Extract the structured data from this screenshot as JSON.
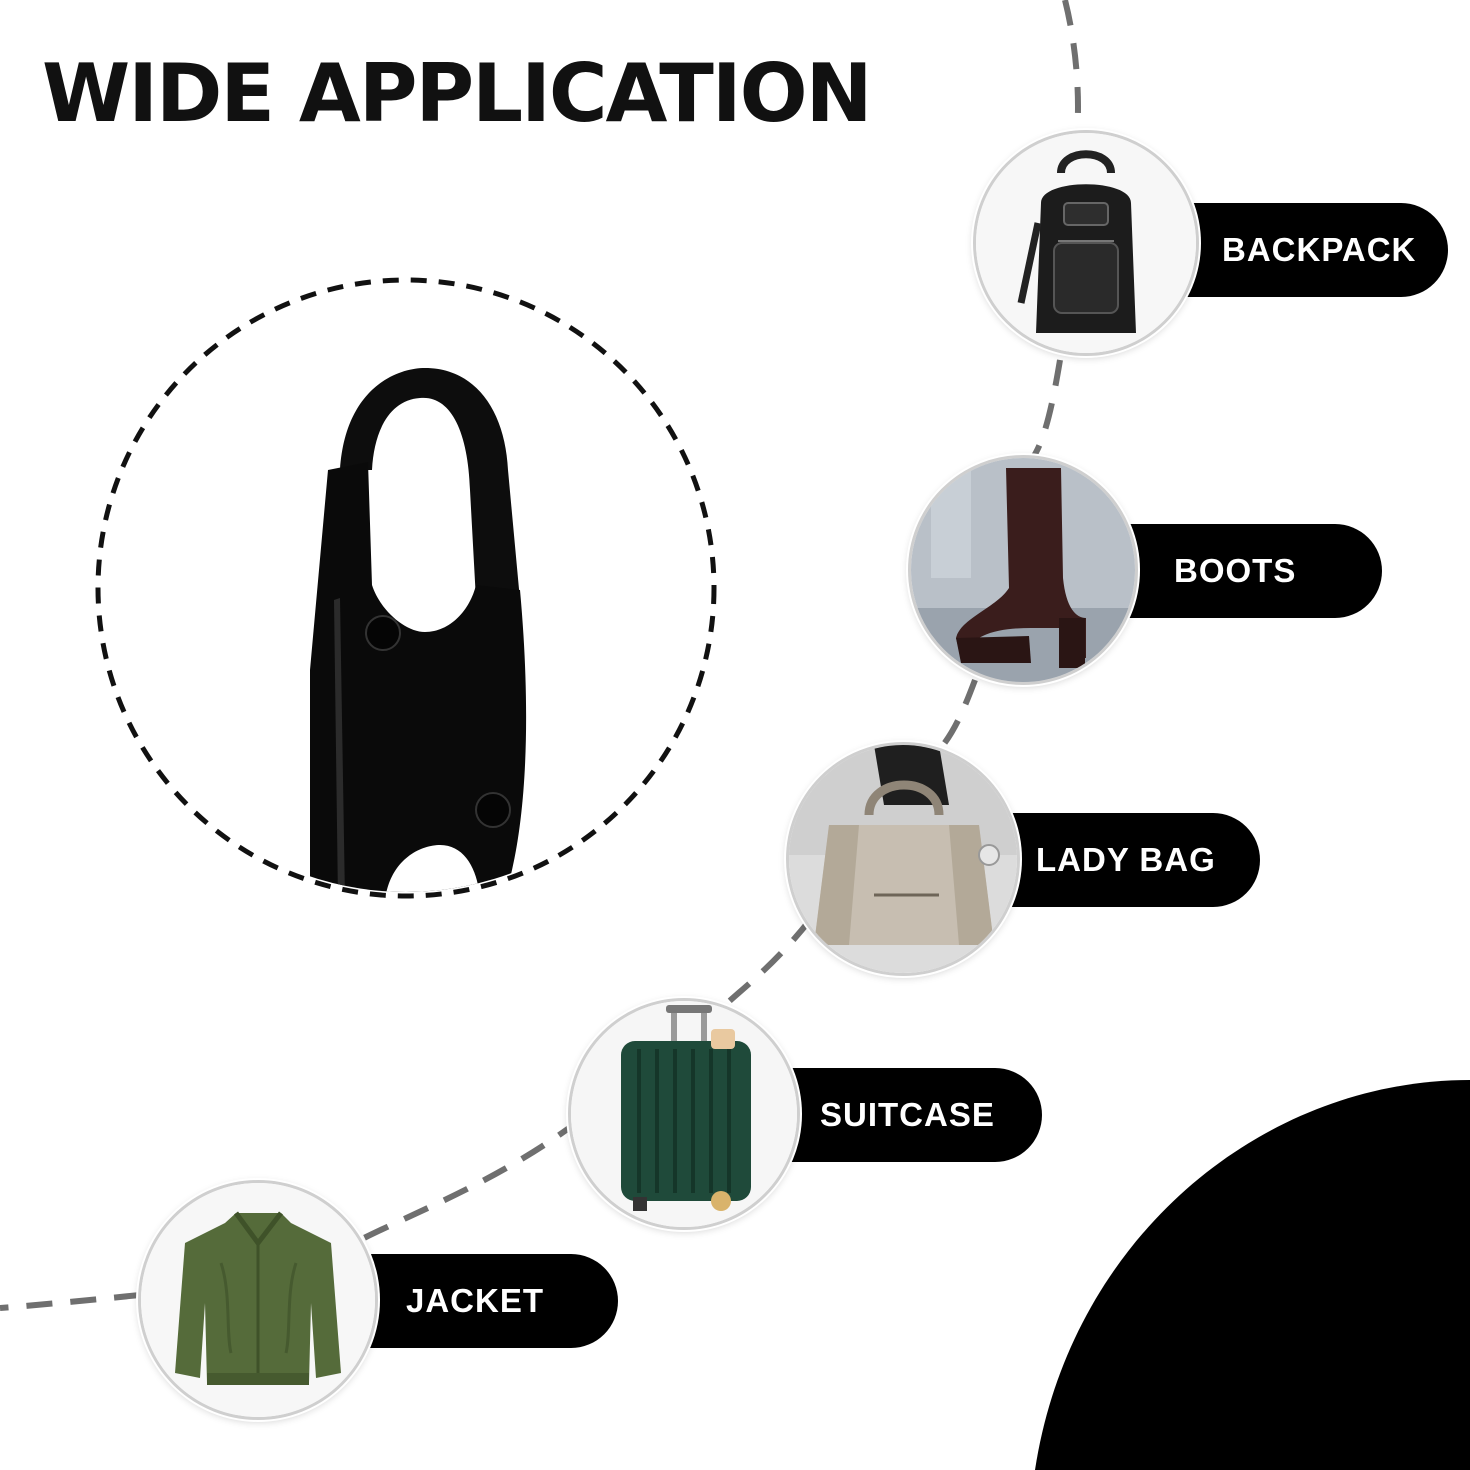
{
  "headline": "WIDE APPLICATION",
  "colors": {
    "ink": "#000000",
    "dash_line": "#6f6f6f",
    "circle_border": "#cfcfcf"
  },
  "applications": [
    {
      "label": "BACKPACK",
      "icon": "backpack-icon"
    },
    {
      "label": "BOOTS",
      "icon": "boot-icon"
    },
    {
      "label": "LADY BAG",
      "icon": "handbag-icon"
    },
    {
      "label": "SUITCASE",
      "icon": "suitcase-icon"
    },
    {
      "label": "JACKET",
      "icon": "jacket-icon"
    }
  ],
  "product": {
    "icon": "carabiner-clip-icon"
  }
}
